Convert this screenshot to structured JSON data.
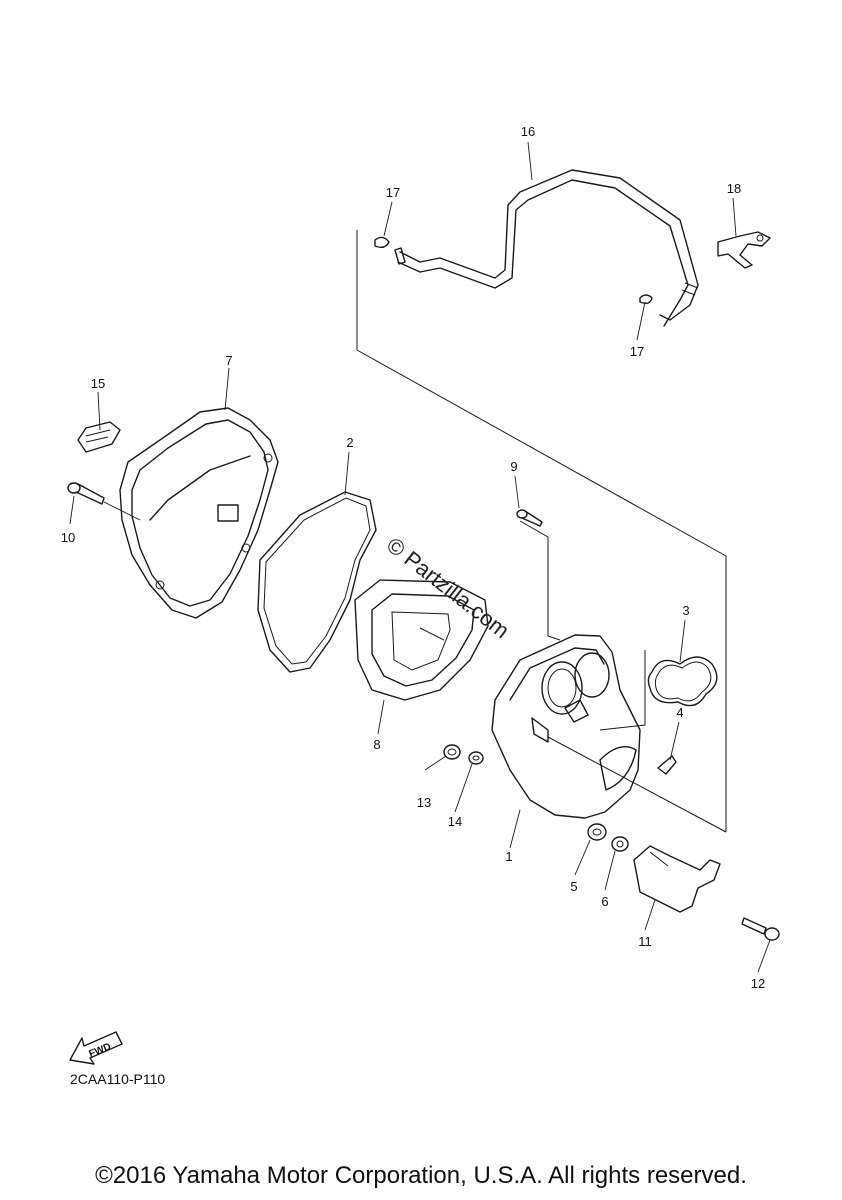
{
  "diagram": {
    "part_labels": [
      "1",
      "2",
      "3",
      "4",
      "5",
      "6",
      "7",
      "8",
      "9",
      "10",
      "11",
      "12",
      "13",
      "14",
      "15",
      "16",
      "17",
      "17",
      "18"
    ],
    "fwd_label": "FWD",
    "watermark": "© Partzilla.com",
    "diagram_code": "2CAA110-P110",
    "copyright": "©2016 Yamaha Motor Corporation, U.S.A. All rights reserved."
  }
}
